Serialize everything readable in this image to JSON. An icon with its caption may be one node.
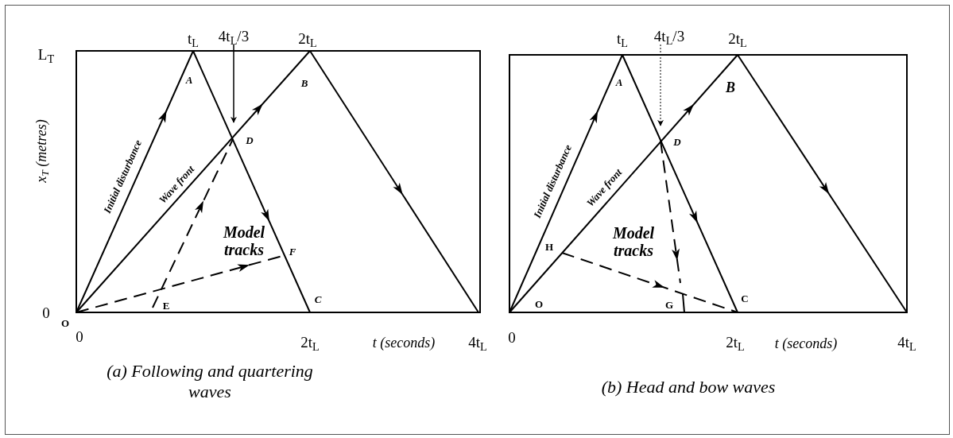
{
  "diagram": {
    "nodes": [
      {
        "text": [
          "4t$_{L}$/3"
        ]
      },
      {
        "text": [
          "4t$_{L}$/3"
        ]
      }
    ],
    "edges": [
      {
        "from": 0,
        "to": null,
        "arrow": "to"
      },
      {
        "from": 1,
        "to": null,
        "arrow": "to",
        "style": "dashed"
      }
    ],
    "labels": [
      "L$_{T}$",
      "t$_{L}$",
      "2t$_{L}$",
      "A",
      "B",
      "x$_{T}$ (metres)",
      "D",
      "Initial disturbance",
      "Wave front",
      "Model tracks",
      "F",
      "C",
      "E",
      "0",
      "O",
      "0",
      "2t$_{L}$",
      "t (seconds)",
      "4t$_{L}$",
      "t$_{L}$",
      "2t$_{L}$",
      "A",
      "B",
      "D",
      "Initial disturbance",
      "Wave front",
      "Model tracks",
      "H",
      "O",
      "G",
      "C",
      "0",
      "2t$_{L}$",
      "t (seconds)",
      "4t$_{L}$",
      "(a) Following and quartering waves",
      "(b) Head and bow waves"
    ]
  }
}
